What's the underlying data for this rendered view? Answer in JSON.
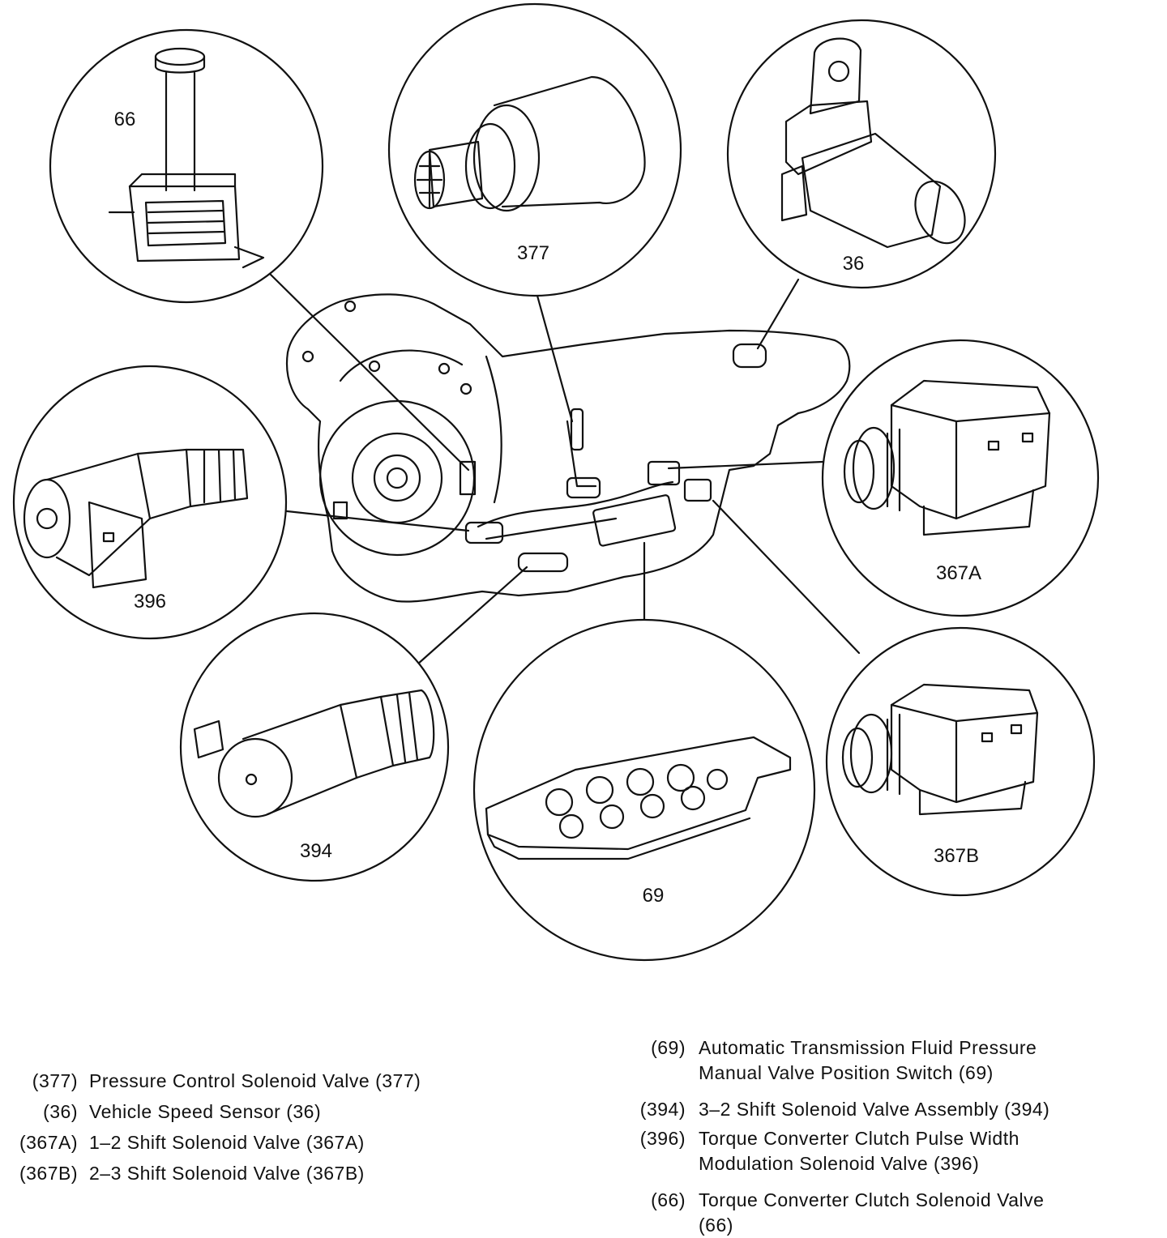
{
  "callouts": {
    "c66": "66",
    "c377": "377",
    "c36": "36",
    "c396": "396",
    "c367a": "367A",
    "c394": "394",
    "c69": "69",
    "c367b": "367B"
  },
  "legend_left": [
    {
      "key": "(377)",
      "label": "Pressure Control Solenoid Valve (377)"
    },
    {
      "key": "(36)",
      "label": "Vehicle Speed Sensor (36)"
    },
    {
      "key": "(367A)",
      "label": "1–2 Shift Solenoid Valve (367A)"
    },
    {
      "key": "(367B)",
      "label": "2–3 Shift Solenoid Valve (367B)"
    }
  ],
  "legend_right": [
    {
      "key": "(69)",
      "label_line1": "Automatic Transmission Fluid Pressure",
      "label_line2": "Manual Valve Position Switch (69)"
    },
    {
      "key": "(394)",
      "label_line1": "3–2 Shift Solenoid Valve Assembly (394)"
    },
    {
      "key": "(396)",
      "label_line1": "Torque Converter Clutch Pulse Width",
      "label_line2": "Modulation Solenoid Valve (396)"
    },
    {
      "key": "(66)",
      "label_line1": "Torque Converter Clutch Solenoid Valve",
      "label_line2": "(66)"
    }
  ],
  "colors": {
    "ink": "#111111",
    "paper": "#ffffff"
  }
}
